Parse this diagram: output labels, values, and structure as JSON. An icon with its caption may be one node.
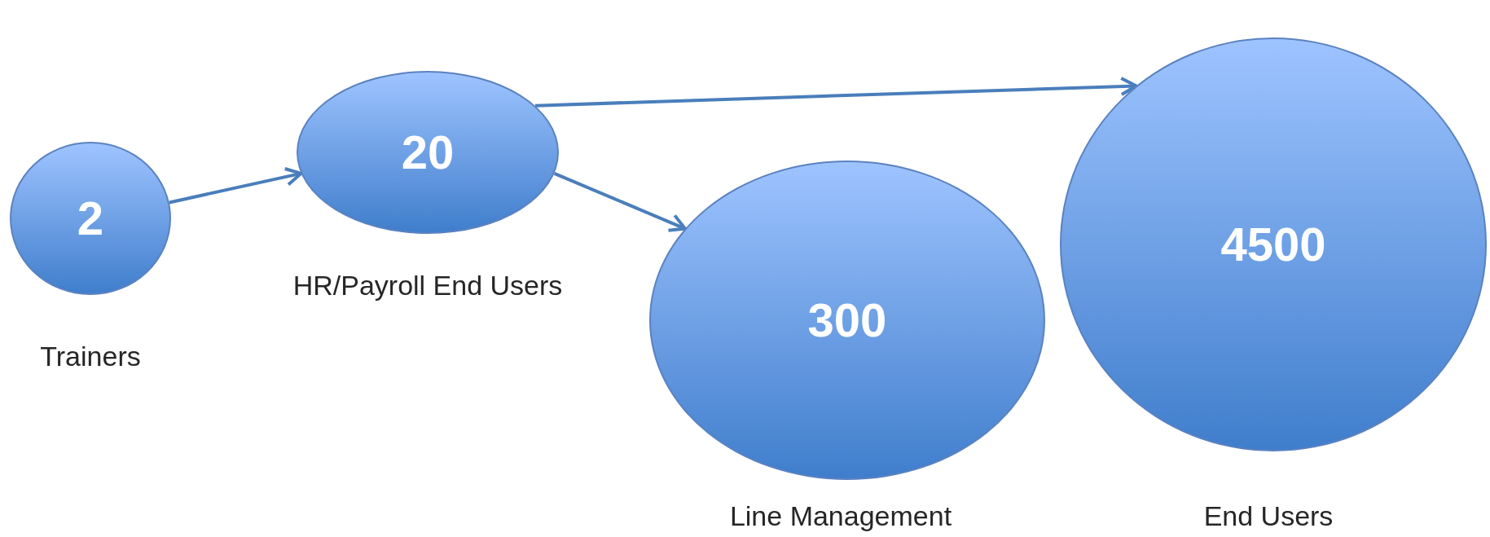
{
  "diagram": {
    "nodes": [
      {
        "text": [
          "2"
        ],
        "beside": [
          "Trainers"
        ]
      },
      {
        "text": [
          "20"
        ],
        "beside": [
          "HR/Payroll End Users"
        ]
      },
      {
        "text": [
          "300"
        ],
        "beside": [
          "Line Management"
        ]
      },
      {
        "text": [
          "4500"
        ],
        "beside": [
          "End Users"
        ]
      }
    ],
    "edges": [
      {
        "from": 0,
        "to": 1,
        "arrow": "to"
      },
      {
        "from": 1,
        "to": 2,
        "arrow": "to"
      },
      {
        "from": 1,
        "to": 3,
        "arrow": "to"
      }
    ]
  }
}
